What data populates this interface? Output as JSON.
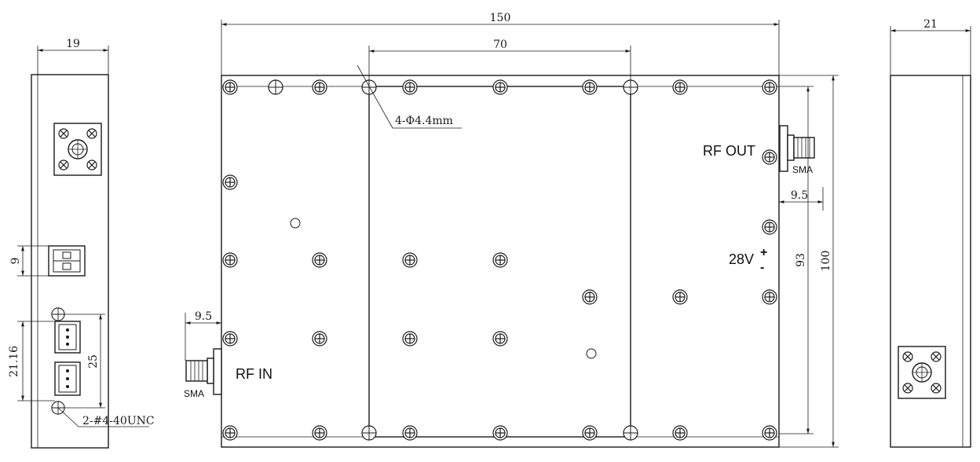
{
  "dimensions": {
    "side_left_width": "19",
    "front_width": "150",
    "front_center_width": "70",
    "side_right_width": "21",
    "left_connector_height": "9",
    "left_pitch_21": "21.16",
    "left_span_25": "25",
    "rf_out_offset": "9.5",
    "rf_in_offset": "9.5",
    "inner_height": "93",
    "outer_height": "100"
  },
  "callouts": {
    "mount_holes": "4-Φ4.4mm",
    "threaded_holes": "2-#4-40UNC"
  },
  "labels": {
    "rf_out": "RF OUT",
    "rf_in": "RF IN",
    "sma_out": "SMA",
    "sma_in": "SMA",
    "voltage": "28V",
    "plus": "+",
    "minus": "-"
  }
}
